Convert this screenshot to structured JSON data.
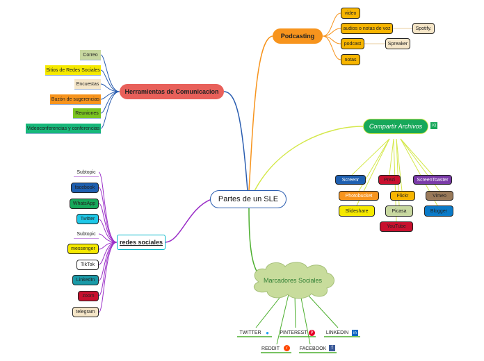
{
  "central": "Partes de un SLE",
  "podcasting": {
    "title": "Podcasting",
    "items": [
      "video",
      "audios o notas de voz",
      "podcast",
      "notas"
    ],
    "sub": {
      "spotify": "Spotify.",
      "spreaker": "Spreaker"
    }
  },
  "herramientas": {
    "title": "Herramientas de Comunicacion",
    "items": [
      "Correo",
      "Sitios de Redes Sociales",
      "Encuestas",
      "Buzón de sugerencias",
      "Reuniones",
      "Videoconferencias y conferencias"
    ]
  },
  "compartir": {
    "title": "Compartir Archivos",
    "badge": "JQ",
    "items": [
      "Screenr",
      "Prezi",
      "ScreenToaster",
      "Photobucket",
      "Flickr",
      "Vimeo",
      "Slideshare",
      "Picasa",
      "Blogger",
      "YouTube"
    ]
  },
  "redes": {
    "title": "redes sociales",
    "items": [
      "Subtopic",
      "facebook",
      "WhatsApp",
      "Twitter",
      "Subtopic",
      "messenger",
      "TikTok",
      "LinkedIn",
      "zoom",
      "telegram"
    ]
  },
  "marcadores": {
    "title": "Marcadores Sociales",
    "items": [
      "TWITTER",
      "PINTEREST",
      "LINKEDIN",
      "REDDIT",
      "FACEBOOK"
    ]
  },
  "colors": {
    "podcasting": "#f7941d",
    "herramientas": "#e8605a",
    "compartir": "#17a85a",
    "redes": "#00b5c8",
    "marcadores": "#c8dc9c"
  }
}
